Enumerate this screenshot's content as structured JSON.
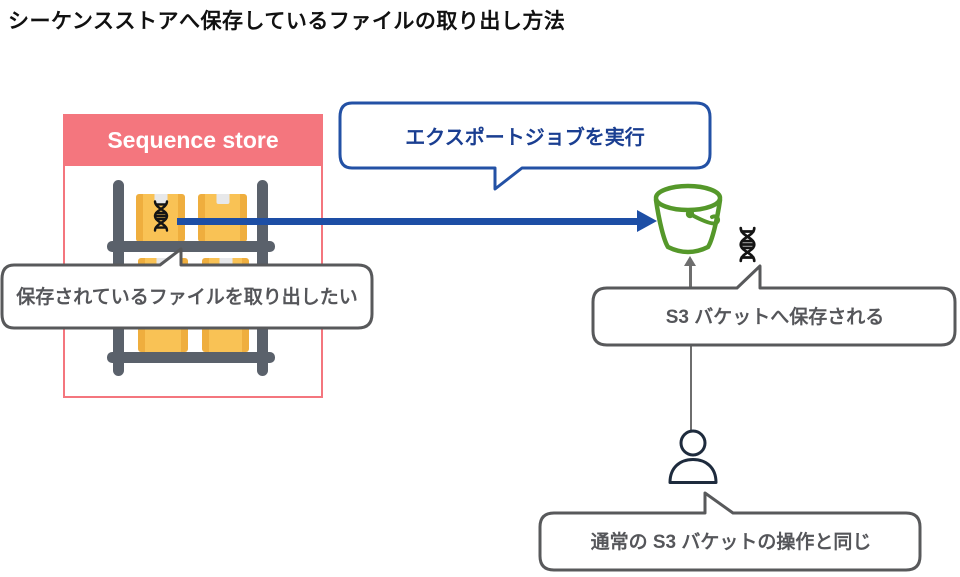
{
  "title": "シーケンスストアへ保存しているファイルの取り出し方法",
  "sequence_store": {
    "label": "Sequence store",
    "shelf": {
      "rows": 2,
      "boxes_per_row": 2,
      "marked_box": "dna-box"
    }
  },
  "bubbles": {
    "export_job": "エクスポートジョブを実行",
    "retrieve_file": "保存されているファイルを取り出したい",
    "saved_to_s3": "S3 バケットへ保存される",
    "same_as_s3": "通常の S3 バケットの操作と同じ"
  },
  "icons": {
    "dna": "dna-icon",
    "bucket": "s3-bucket-icon",
    "person": "user-icon",
    "shelf": "storage-shelf-icon",
    "flow_arrow": "arrow-right-icon",
    "up_arrow": "arrow-up-icon"
  },
  "colors": {
    "store_pink": "#F4767E",
    "box_amber": "#F9C255",
    "box_amber_dark": "#EFAE3E",
    "shelf_gray": "#5A616B",
    "arrow_blue": "#1D4EA5",
    "bubble_blue_border": "#2351A5",
    "bubble_blue_text": "#1A3E91",
    "bubble_gray_border": "#58595B",
    "bubble_gray_text": "#55565A",
    "bucket_green": "#55982A",
    "person_navy": "#1E2B3D"
  }
}
